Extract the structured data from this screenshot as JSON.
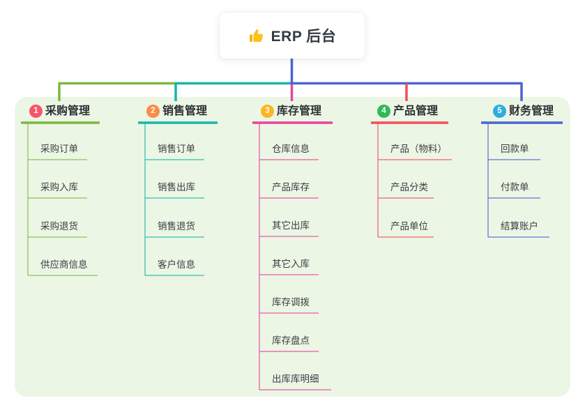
{
  "root": {
    "label": "ERP 后台",
    "icon": "thumbs-up-icon",
    "icon_color": "#fcc21c"
  },
  "colors": {
    "canvas_bg": "#ffffff",
    "panel_bg": "#ecf6e5",
    "root_connector": "#4d63d0",
    "root_text": "#333a45",
    "topic_text": "#2c2f33",
    "child_text": "#3b3e42"
  },
  "branches": [
    {
      "index": "1",
      "label": "采购管理",
      "badge_color": "#f65568",
      "line_color": "#7cb93f",
      "children": [
        "采购订单",
        "采购入库",
        "采购退货",
        "供应商信息"
      ]
    },
    {
      "index": "2",
      "label": "销售管理",
      "badge_color": "#fb8c47",
      "line_color": "#15b7aa",
      "children": [
        "销售订单",
        "销售出库",
        "销售退货",
        "客户信息"
      ]
    },
    {
      "index": "3",
      "label": "库存管理",
      "badge_color": "#fcb622",
      "line_color": "#e7439c",
      "children": [
        "仓库信息",
        "产品库存",
        "其它出库",
        "其它入库",
        "库存调拨",
        "库存盘点",
        "出库库明细"
      ]
    },
    {
      "index": "4",
      "label": "产品管理",
      "badge_color": "#2eba57",
      "line_color": "#f44d5c",
      "children": [
        "产品（物料）",
        "产品分类",
        "产品单位"
      ]
    },
    {
      "index": "5",
      "label": "财务管理",
      "badge_color": "#2caee0",
      "line_color": "#4d63d0",
      "children": [
        "回款单",
        "付款单",
        "结算账户"
      ]
    }
  ]
}
